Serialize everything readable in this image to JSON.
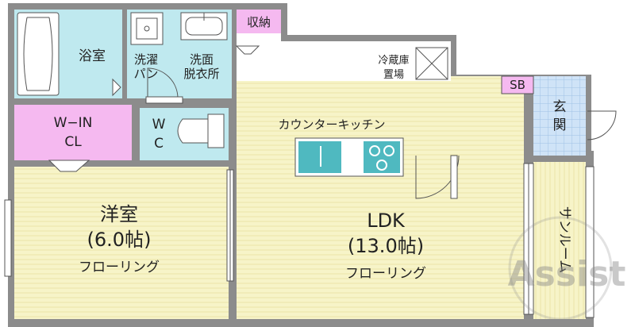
{
  "rooms": {
    "bath": "浴室",
    "washer_1": "洗濯",
    "washer_2": "パン",
    "washroom_1": "洗面",
    "washroom_2": "脱衣所",
    "storage": "収納",
    "fridge_1": "冷蔵庫",
    "fridge_2": "置場",
    "sb": "SB",
    "entrance_1": "玄",
    "entrance_2": "関",
    "walkin_1": "W−IN",
    "walkin_2": "CL",
    "wc_1": "W",
    "wc_2": "C",
    "kitchen": "カウンターキッチン",
    "western_name": "洋室",
    "western_size": "(6.0帖)",
    "western_floor": "フローリング",
    "ldk_name": "LDK",
    "ldk_size": "(13.0帖)",
    "ldk_floor": "フローリング",
    "sunroom": "サンルーム"
  },
  "watermark": "Assist",
  "colors": {
    "wall": "#8c8c8c",
    "wall_edge": "#555555",
    "floor_wood": "#f7f4c8",
    "floor_line": "#e6e09a",
    "water_area": "#bfe9ef",
    "closet": "#f5b9f0",
    "entrance": "#cfe3f7",
    "kitchen_counter": "#4fb9c0"
  }
}
